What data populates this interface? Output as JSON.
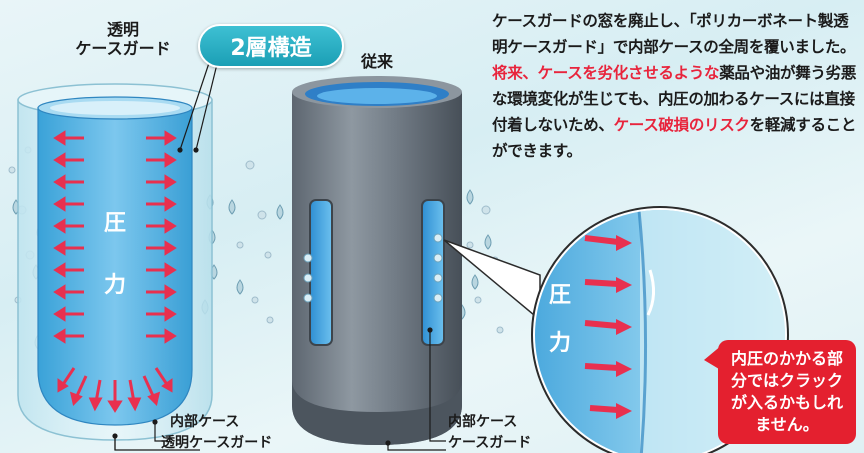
{
  "labels": {
    "transparent_guard_line1": "透明",
    "transparent_guard_line2": "ケースガード",
    "badge": "2層構造",
    "conventional": "従来",
    "left_inner_case": "内部ケース",
    "left_outer": "透明ケースガード",
    "mid_inner_case": "内部ケース",
    "mid_outer": "ケースガード",
    "pressure_char1": "圧",
    "pressure_char2": "力"
  },
  "description": {
    "part1": "ケースガードの窓を廃止し、「ポリカーボネート製透明ケースガード」で内部ケースの全周を覆いました。",
    "part2_red": "将来、ケースを劣化させるような",
    "part3": "薬品や油が舞う劣悪な環境変化が生じても、内圧の加わるケースには直接付着しないため、",
    "part4_red": "ケース破損のリスク",
    "part5": "を軽減することができます。"
  },
  "callout": {
    "text": "内圧のかかる部分ではクラックが入るかもしれません。"
  },
  "colors": {
    "accent_red": "#e4202f",
    "badge_teal": "#1fa6bb",
    "arrow_red": "#e8304f"
  }
}
